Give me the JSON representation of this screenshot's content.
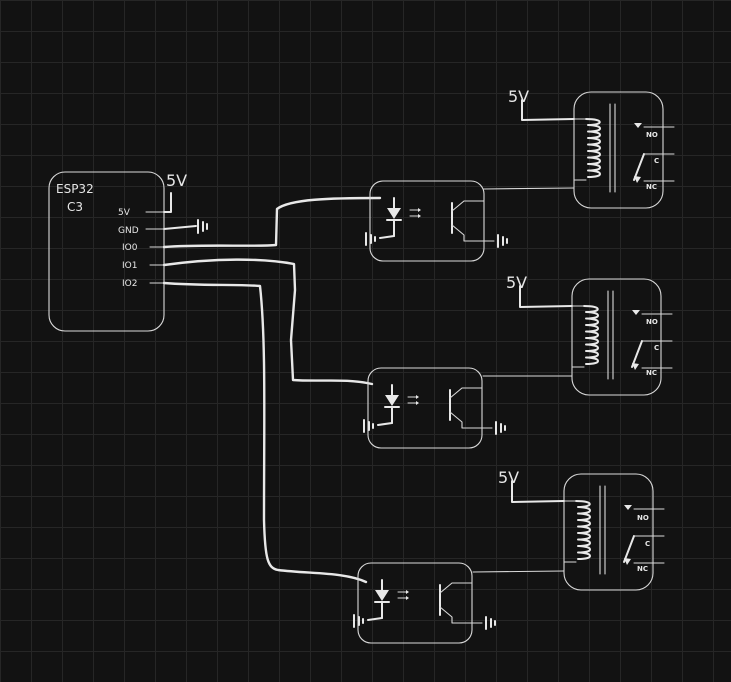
{
  "esp32": {
    "title_line1": "ESP32",
    "title_line2": "C3"
  },
  "pins": [
    "5V",
    "GND",
    "IO0",
    "IO1",
    "IO2"
  ],
  "supply_label": "5V",
  "relays": [
    {
      "supply": "5V",
      "no": "NO",
      "c": "C",
      "nc": "NC"
    },
    {
      "supply": "5V",
      "no": "NO",
      "c": "C",
      "nc": "NC"
    },
    {
      "supply": "5V",
      "no": "NO",
      "c": "C",
      "nc": "NC"
    }
  ]
}
